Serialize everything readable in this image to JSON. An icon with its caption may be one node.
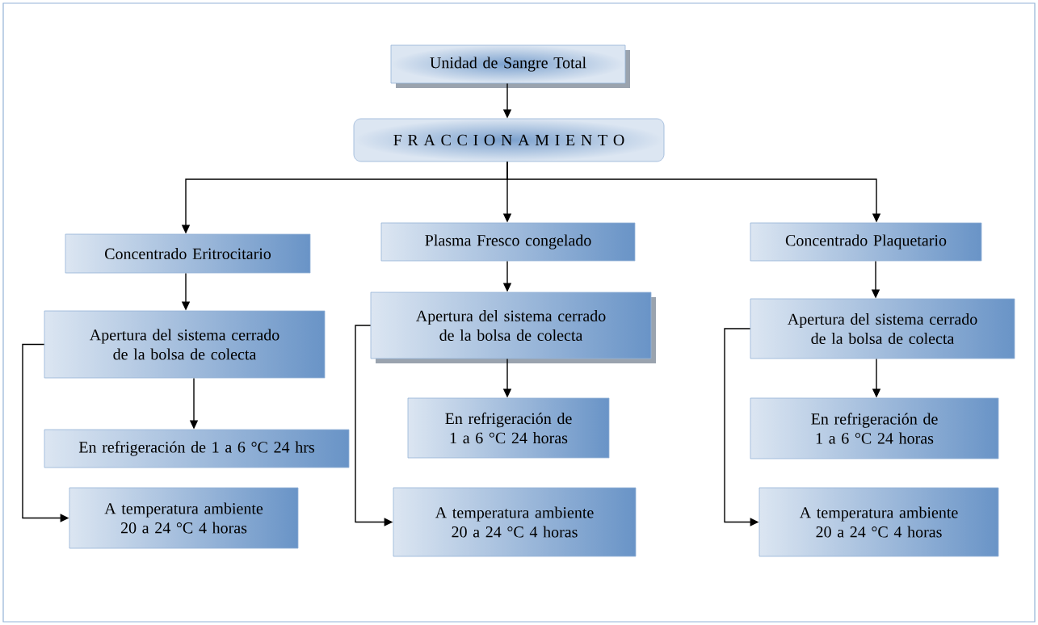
{
  "diagram": {
    "nodes": [
      {
        "text": [
          "Unidad de Sangre Total"
        ]
      },
      {
        "text": [
          "F R A C C I O N A M I E N T O"
        ]
      },
      {
        "text": [
          "Concentrado Eritrocitario"
        ]
      },
      {
        "text": [
          "Plasma Fresco congelado"
        ]
      },
      {
        "text": [
          "Concentrado Plaquetario"
        ]
      },
      {
        "text": [
          "Apertura del sistema cerrado de la bolsa de colecta"
        ]
      },
      {
        "text": [
          "En refrigeración de 1 a 6 °C 24 hrs"
        ]
      },
      {
        "text": [
          "A temperatura ambiente 20 a 24 °C 4 horas"
        ]
      },
      {
        "text": [
          "Apertura del sistema cerrado de la bolsa de colecta"
        ]
      },
      {
        "text": [
          "En refrigeración de 1 a 6 °C 24 horas"
        ]
      },
      {
        "text": [
          "A temperatura ambiente 20 a 24 °C 4 horas"
        ]
      },
      {
        "text": [
          "Apertura del sistema cerrado de la bolsa de colecta"
        ]
      },
      {
        "text": [
          "En refrigeración de 1 a 6 °C 24 horas"
        ]
      },
      {
        "text": [
          "A temperatura ambiente 20 a 24 °C 4 horas"
        ]
      }
    ],
    "edges": [
      {
        "from": 0,
        "to": 1,
        "arrow": "to"
      },
      {
        "from": 1,
        "to": 2,
        "arrow": "to"
      },
      {
        "from": 1,
        "to": 3,
        "arrow": "to"
      },
      {
        "from": 1,
        "to": 4,
        "arrow": "to"
      },
      {
        "from": 2,
        "to": 5,
        "arrow": "to"
      },
      {
        "from": 5,
        "to": 6,
        "arrow": "to"
      },
      {
        "from": 5,
        "to": 7,
        "arrow": "to"
      },
      {
        "from": 3,
        "to": 8,
        "arrow": "to"
      },
      {
        "from": 8,
        "to": 9,
        "arrow": "to"
      },
      {
        "from": 8,
        "to": 10,
        "arrow": "to"
      },
      {
        "from": 4,
        "to": 11,
        "arrow": "to"
      },
      {
        "from": 11,
        "to": 12,
        "arrow": "to"
      },
      {
        "from": 11,
        "to": 13,
        "arrow": "to"
      }
    ]
  }
}
